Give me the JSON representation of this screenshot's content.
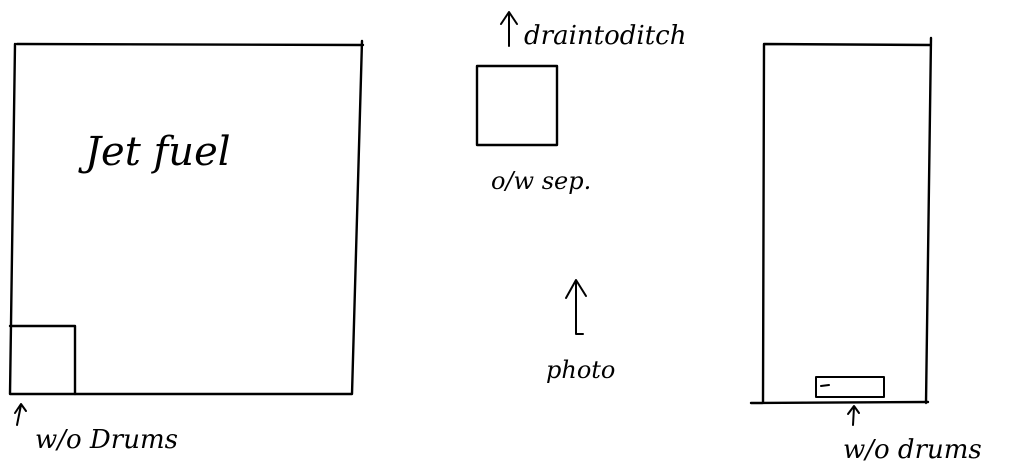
{
  "labels": {
    "jet_fuel": "Jet fuel",
    "drain_to_ditch": "draintoditch",
    "ow_sep": "o/w sep.",
    "photo": "photo",
    "wo_drums_left": "w/o Drums",
    "wo_drums_right": "w/o drums"
  }
}
